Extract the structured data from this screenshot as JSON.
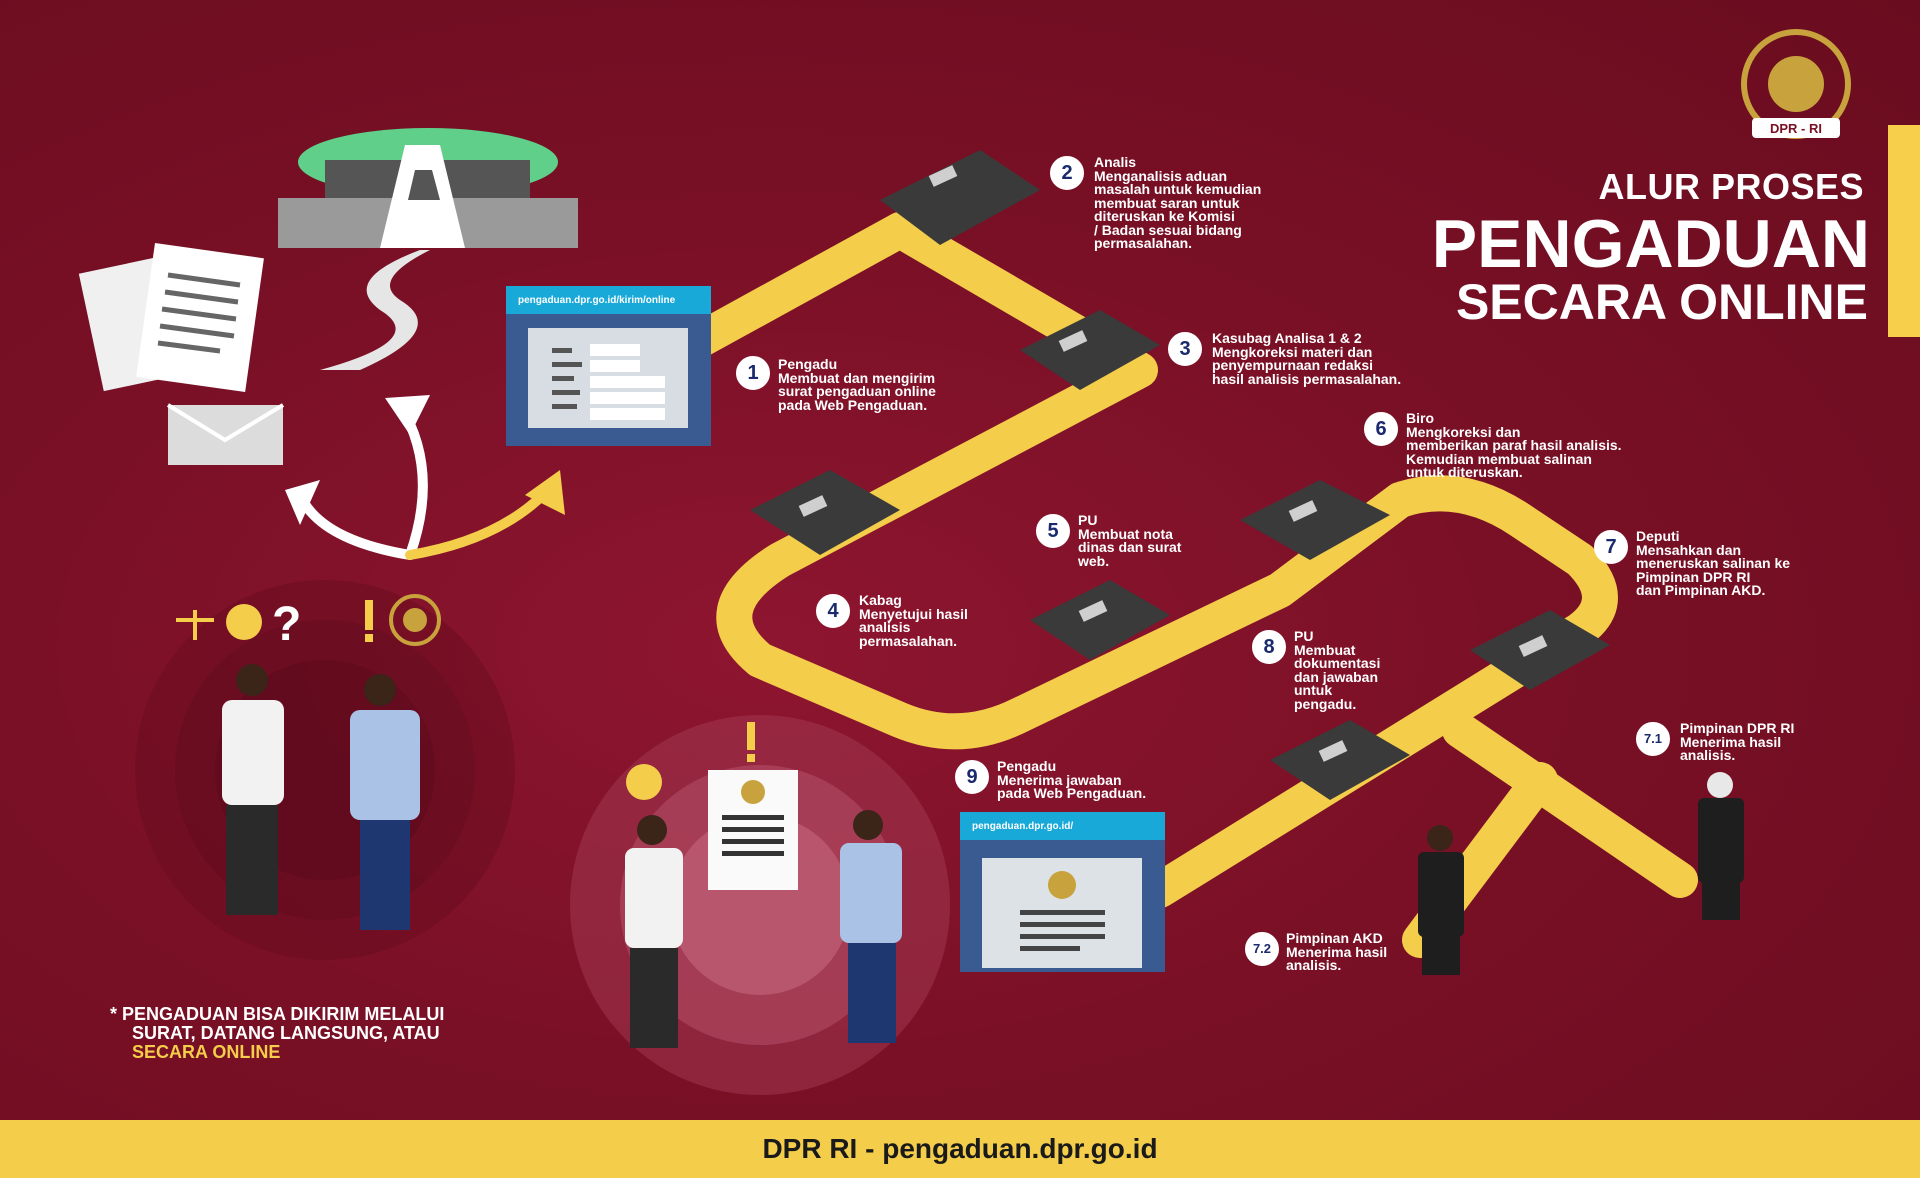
{
  "title": {
    "line1": "ALUR PROSES",
    "line2": "PENGADUAN",
    "line3": "SECARA ONLINE"
  },
  "footer": "DPR RI - pengaduan.dpr.go.id",
  "note": {
    "star": "*",
    "line1": "PENGADUAN BISA DIKIRIM MELALUI",
    "line2": "SURAT, DATANG LANGSUNG, ATAU",
    "highlight": "SECARA ONLINE"
  },
  "web_urls": {
    "submit": "pengaduan.dpr.go.id/kirim/online",
    "reply": "pengaduan.dpr.go.id/"
  },
  "emblem_text": "DPR - RI",
  "steps": [
    {
      "num": "1",
      "name": "Pengadu",
      "desc": [
        "Membuat dan mengirim",
        "surat pengaduan online",
        "pada Web Pengaduan."
      ]
    },
    {
      "num": "2",
      "name": "Analis",
      "desc": [
        "Menganalisis aduan",
        "masalah untuk kemudian",
        "membuat saran untuk",
        "diteruskan ke Komisi",
        "/ Badan sesuai bidang",
        "permasalahan."
      ]
    },
    {
      "num": "3",
      "name": "Kasubag Analisa 1 & 2",
      "desc": [
        "Mengkoreksi materi dan",
        "penyempurnaan redaksi",
        "hasil analisis permasalahan."
      ]
    },
    {
      "num": "4",
      "name": "Kabag",
      "desc": [
        "Menyetujui hasil",
        "analisis",
        "permasalahan."
      ]
    },
    {
      "num": "5",
      "name": "PU",
      "desc": [
        "Membuat nota",
        "dinas dan surat",
        "web."
      ]
    },
    {
      "num": "6",
      "name": "Biro",
      "desc": [
        "Mengkoreksi dan",
        "memberikan paraf hasil analisis.",
        "Kemudian membuat salinan",
        "untuk diteruskan."
      ]
    },
    {
      "num": "7",
      "name": "Deputi",
      "desc": [
        "Mensahkan dan",
        "meneruskan salinan ke",
        "Pimpinan DPR RI",
        "dan Pimpinan AKD."
      ]
    },
    {
      "num": "7.1",
      "name": "Pimpinan DPR RI",
      "desc": [
        "Menerima hasil",
        "analisis."
      ]
    },
    {
      "num": "7.2",
      "name": "Pimpinan AKD",
      "desc": [
        "Menerima hasil",
        "analisis."
      ]
    },
    {
      "num": "8",
      "name": "PU",
      "desc": [
        "Membuat",
        "dokumentasi",
        "dan jawaban",
        "untuk",
        "pengadu."
      ]
    },
    {
      "num": "9",
      "name": "Pengadu",
      "desc": [
        "Menerima jawaban",
        "pada Web Pengaduan."
      ]
    }
  ],
  "colors": {
    "background": "#7a1026",
    "path": "#f4cd4b",
    "badge": "#1a2a6c",
    "web_header": "#19a9d9",
    "web_body": "#3a5a92",
    "building_roof": "#5fcf8a"
  }
}
